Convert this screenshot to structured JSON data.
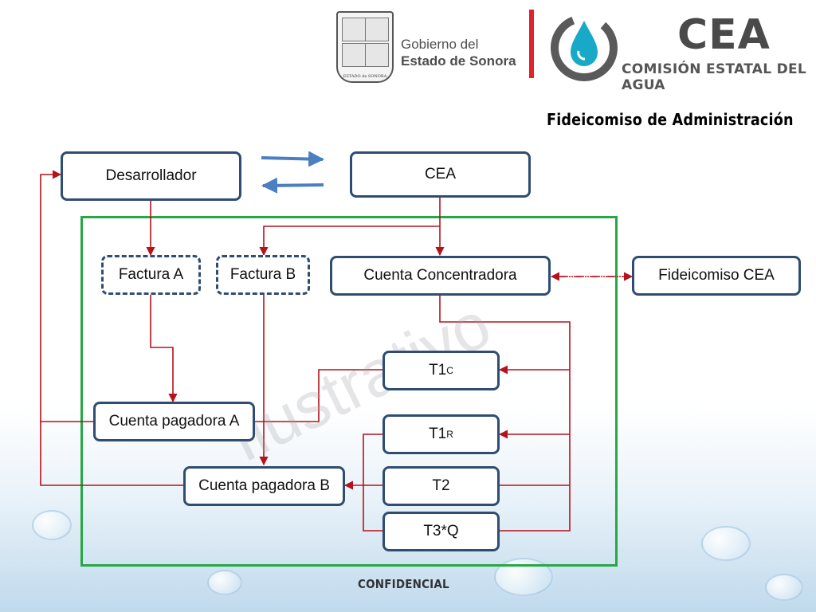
{
  "header": {
    "seal_caption": "ESTADO de SONORA",
    "gov_line1": "Gobierno del",
    "gov_line2": "Estado de Sonora",
    "cea_short": "CEA",
    "cea_full": "COMISIÓN ESTATAL DEL AGUA"
  },
  "title": "Fideicomiso de Administración",
  "watermark": "Ilustrativo",
  "nodes": {
    "desarrollador": "Desarrollador",
    "cea": "CEA",
    "factura_a": "Factura A",
    "factura_b": "Factura B",
    "cuenta_concentradora": "Cuenta Concentradora",
    "fideicomiso_cea": "Fideicomiso CEA",
    "t1c_main": "T1",
    "t1c_sub": "C",
    "t1r_main": "T1",
    "t1r_sub": "R",
    "t2": "T2",
    "t3q": "T3*Q",
    "cuenta_pagadora_a": "Cuenta pagadora A",
    "cuenta_pagadora_b": "Cuenta pagadora B"
  },
  "footer": "CONFIDENCIAL",
  "colors": {
    "box_border": "#2f4d73",
    "flow_line": "#b5121b",
    "exchange_arrow": "#4a7fc1",
    "frame": "#27a844",
    "brand_red": "#e0242b"
  }
}
